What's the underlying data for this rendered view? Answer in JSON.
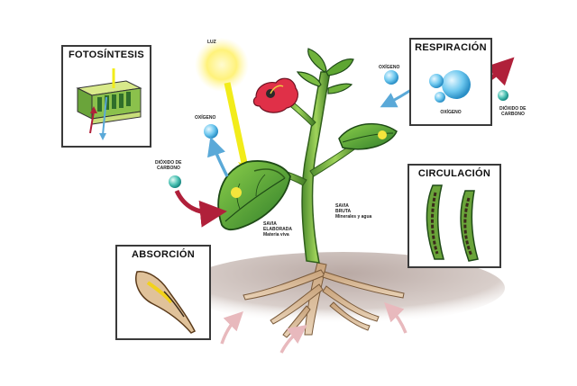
{
  "panels": {
    "photosynthesis": "FOTOSÍNTESIS",
    "respiration": "RESPIRACIÓN",
    "circulation": "CIRCULACIÓN",
    "absorption": "ABSORCIÓN"
  },
  "labels": {
    "light": "LUZ",
    "oxygen_left": "OXÍGENO",
    "co2_left_line1": "DIÓXIDO DE",
    "co2_left_line2": "CARBONO",
    "oxygen_resp_top": "OXÍGENO",
    "oxygen_resp_box": "OXÍGENO",
    "co2_right_line1": "DIÓXIDO DE",
    "co2_right_line2": "CARBONO",
    "raw_sap_line1": "SAVIA",
    "raw_sap_line2": "BRUTA",
    "raw_sap_line3": "Minerales y agua",
    "processed_sap_line1": "SAVIA",
    "processed_sap_line2": "ELABORADA",
    "processed_sap_line3": "Materia viva"
  }
}
